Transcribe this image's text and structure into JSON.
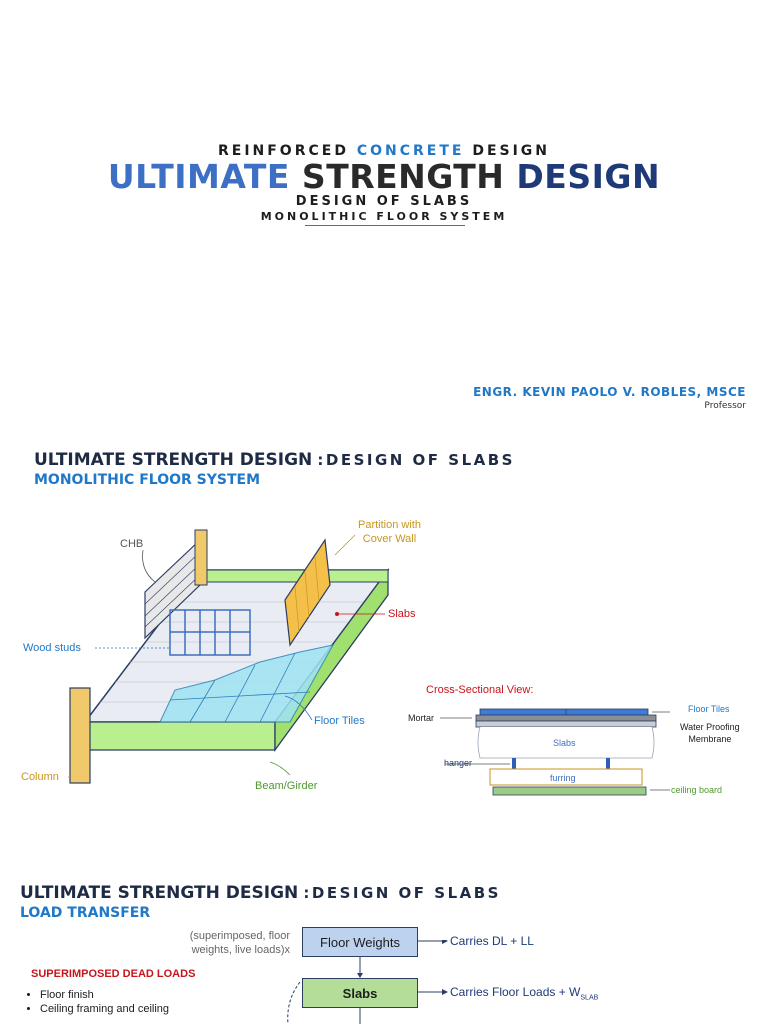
{
  "page1": {
    "line1_pre": "REINFORCED",
    "line1_mid": "CONCRETE",
    "line1_post": "DESIGN",
    "title_a": "ULTIMATE",
    "title_b": "STRENGTH",
    "title_c": "DESIGN",
    "subtitle": "DESIGN OF SLABS",
    "subtitle2": "MONOLITHIC FLOOR SYSTEM",
    "author": "ENGR. KEVIN PAOLO V. ROBLES, MSCE",
    "role": "Professor"
  },
  "page2": {
    "heading_bold": "ULTIMATE STRENGTH DESIGN",
    "heading_rest": ":DESIGN OF SLABS",
    "subheading": "MONOLITHIC FLOOR SYSTEM",
    "labels": {
      "chb": "CHB",
      "partition": "Partition with\nCover Wall",
      "slabs": "Slabs",
      "wood_studs": "Wood studs",
      "floor_tiles": "Floor Tiles",
      "column": "Column",
      "beam": "Beam/Girder"
    },
    "section": {
      "title": "Cross-Sectional View:",
      "mortar": "Mortar",
      "floor_tiles": "Floor Tiles",
      "waterproof": "Water Proofing\nMembrane",
      "slabs": "Slabs",
      "hanger": "hanger",
      "furring": "furring",
      "ceiling": "ceiling board"
    }
  },
  "page3": {
    "heading_bold": "ULTIMATE STRENGTH DESIGN",
    "heading_rest": ":DESIGN OF SLABS",
    "subheading": "LOAD TRANSFER",
    "note": "(superimposed, floor\nweights, live loads)x",
    "box1": "Floor Weights",
    "box1_note": "Carries DL + LL",
    "box2": "Slabs",
    "box2_note": "Carries Floor Loads + W",
    "box2_sub": "SLAB",
    "sdl_title": "SUPERIMPOSED DEAD LOADS",
    "sdl_items": [
      "Floor finish",
      "Ceiling framing and ceiling"
    ]
  }
}
